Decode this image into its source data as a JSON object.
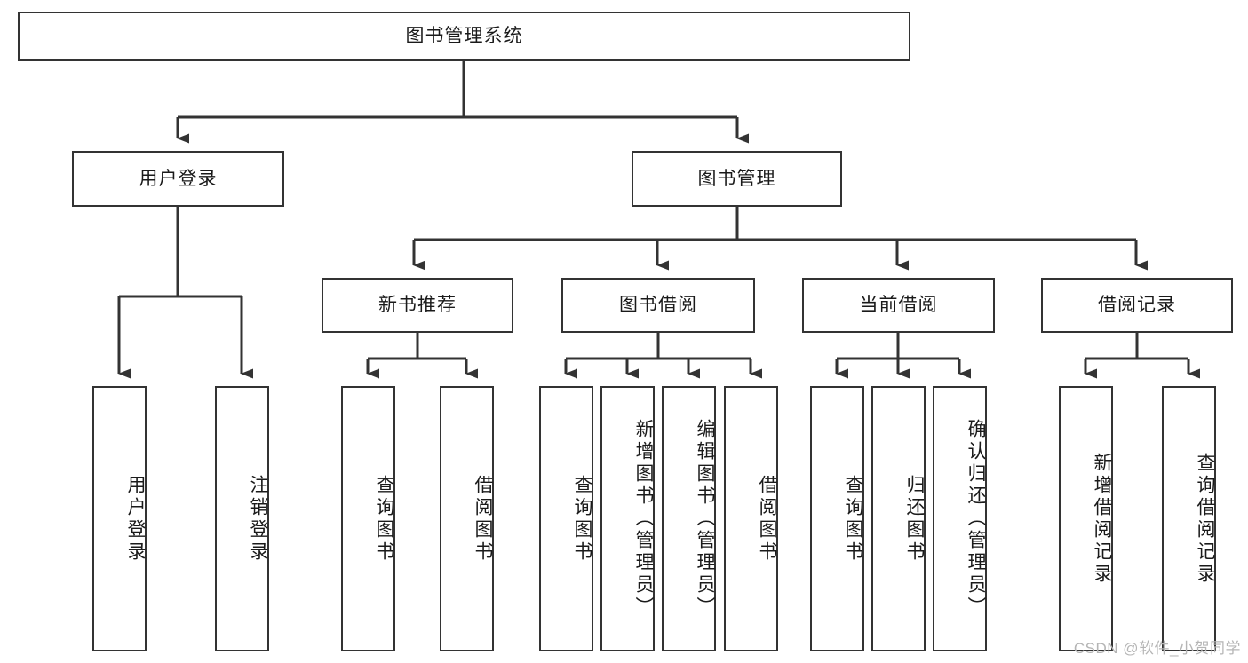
{
  "diagram": {
    "title": "图书管理系统",
    "type": "tree-hierarchy-diagram",
    "root": {
      "label": "图书管理系统"
    },
    "level2": [
      {
        "label": "用户登录"
      },
      {
        "label": "图书管理"
      }
    ],
    "level3": [
      {
        "label": "新书推荐"
      },
      {
        "label": "图书借阅"
      },
      {
        "label": "当前借阅"
      },
      {
        "label": "借阅记录"
      }
    ],
    "leaves_user_login": [
      {
        "label": "用户登录"
      },
      {
        "label": "注销登录"
      }
    ],
    "leaves_new_book": [
      {
        "label": "查询图书"
      },
      {
        "label": "借阅图书"
      }
    ],
    "leaves_borrow": [
      {
        "label": "查询图书"
      },
      {
        "label": "新增图书（管理员）"
      },
      {
        "label": "编辑图书（管理员）"
      },
      {
        "label": "借阅图书"
      }
    ],
    "leaves_current": [
      {
        "label": "查询图书"
      },
      {
        "label": "归还图书"
      },
      {
        "label": "确认归还（管理员）"
      }
    ],
    "leaves_records": [
      {
        "label": "新增借阅记录"
      },
      {
        "label": "查询借阅记录"
      }
    ]
  },
  "watermark": {
    "text": "CSDN @软件_小贺同学"
  },
  "colors": {
    "border": "#333333",
    "background": "#ffffff",
    "text": "#1a1a1a",
    "watermark": "#b5b5b5"
  }
}
